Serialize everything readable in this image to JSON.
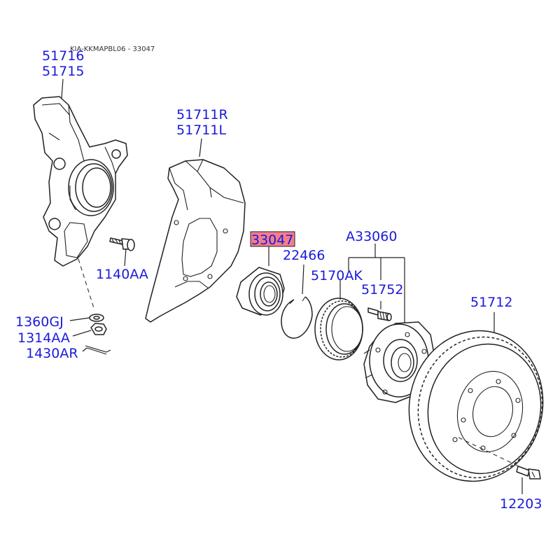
{
  "header": {
    "code": "KIA-KKMAPBL06 - 33047"
  },
  "highlight": {
    "color": "#f47d8a",
    "text_color": "#1a1adc"
  },
  "labels": {
    "knuckle_left": "51716",
    "knuckle_right": "51715",
    "shield_right": "51711R",
    "shield_left": "51711L",
    "bearing": "33047",
    "snap_ring": "22466",
    "hub_assy": "A33060",
    "tone_wheel": "5170AK",
    "hub_bolt": "51752",
    "disc": "51712",
    "bolt_1140": "1140AA",
    "washer": "1360GJ",
    "nut": "1314AA",
    "cotter_pin": "1430AR",
    "disc_screw": "12203"
  }
}
